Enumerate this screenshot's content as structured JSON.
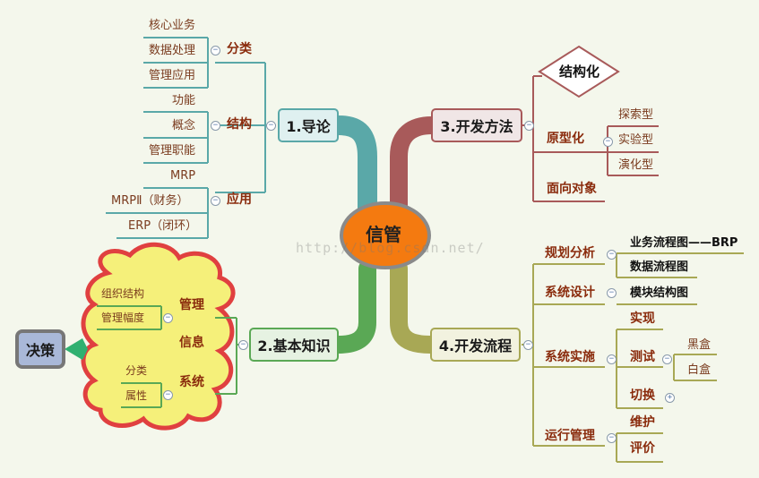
{
  "center": {
    "label": "信管"
  },
  "branches": {
    "intro": {
      "label": "1.导论",
      "groups": [
        {
          "label": "分类",
          "items": [
            "核心业务",
            "数据处理",
            "管理应用"
          ]
        },
        {
          "label": "结构",
          "items": [
            "功能",
            "概念",
            "管理职能"
          ]
        },
        {
          "label": "应用",
          "items": [
            "MRP",
            "MRPⅡ（财务）",
            "ERP（闭环）"
          ]
        }
      ]
    },
    "method": {
      "label": "3.开发方法",
      "structured": "结构化",
      "prototype": {
        "label": "原型化",
        "items": [
          "探索型",
          "实验型",
          "演化型"
        ]
      },
      "oo": "面向对象"
    },
    "knowledge": {
      "label": "2.基本知识",
      "groups": [
        {
          "label": "管理",
          "items": [
            "组织结构",
            "管理幅度"
          ]
        },
        {
          "label": "信息",
          "items": []
        },
        {
          "label": "系统",
          "items": [
            "分类",
            "属性"
          ]
        }
      ],
      "callout": "决策"
    },
    "process": {
      "label": "4.开发流程",
      "planning": {
        "label": "规划分析",
        "items": [
          "业务流程图——BRP",
          "数据流程图"
        ]
      },
      "design": {
        "label": "系统设计",
        "items": [
          "模块结构图"
        ]
      },
      "impl": {
        "label": "系统实施",
        "realize": "实现",
        "test": {
          "label": "测试",
          "items": [
            "黑盒",
            "白盒"
          ]
        },
        "switch": "切换"
      },
      "ops": {
        "label": "运行管理",
        "items": [
          "维护",
          "评价"
        ]
      }
    }
  },
  "watermark": "http://blog.csdn.net/",
  "colors": {
    "intro": "#5aa8a8",
    "method": "#a85a5a",
    "knowledge": "#5aa855",
    "process": "#a8a855",
    "center_fill": "#f47a10",
    "center_ring": "#8a8a8a",
    "cloud_fill": "#f5f07a",
    "cloud_border": "#e04040",
    "decision_fill": "#a9b8d8"
  }
}
